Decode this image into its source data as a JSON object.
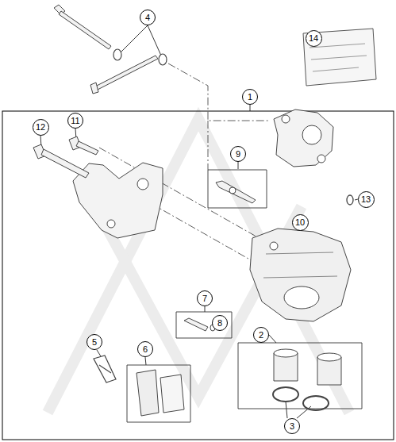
{
  "diagram": {
    "nodes": [
      {
        "text": [
          "4"
        ]
      },
      {
        "text": [
          "14"
        ]
      },
      {
        "text": [
          "1"
        ]
      },
      {
        "text": [
          "12"
        ]
      },
      {
        "text": [
          "11"
        ]
      },
      {
        "text": [
          "9"
        ]
      },
      {
        "text": [
          "13"
        ]
      },
      {
        "text": [
          "10"
        ]
      },
      {
        "text": [
          "7"
        ]
      },
      {
        "text": [
          "8"
        ]
      },
      {
        "text": [
          "2"
        ]
      },
      {
        "text": [
          "5"
        ]
      },
      {
        "text": [
          "6"
        ]
      },
      {
        "text": [
          "3"
        ]
      }
    ]
  }
}
